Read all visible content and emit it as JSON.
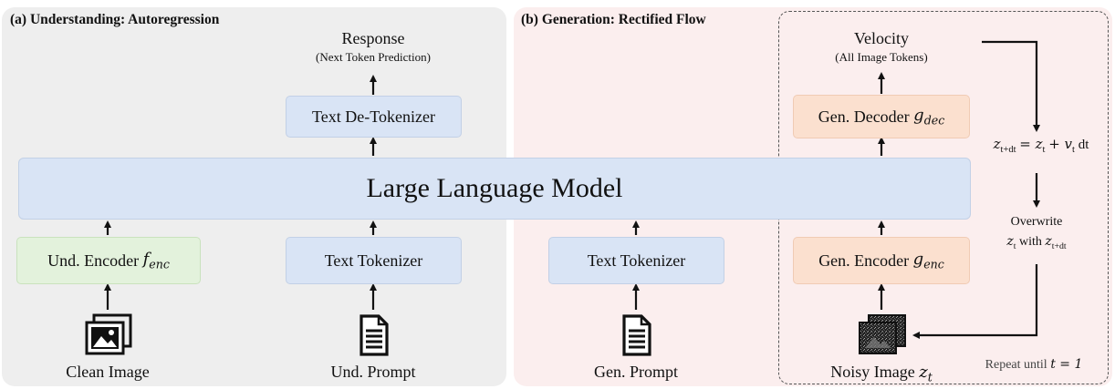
{
  "panels": {
    "understanding": {
      "title": "(a) Understanding: Autoregression"
    },
    "generation": {
      "title": "(b) Generation: Rectified Flow"
    }
  },
  "llm": {
    "label": "Large Language Model"
  },
  "understanding": {
    "output_label": "Response",
    "output_sublabel": "(Next Token Prediction)",
    "detokenizer": "Text De-Tokenizer",
    "encoder": "Und. Encoder",
    "encoder_symbol": "f",
    "encoder_subscript": "enc",
    "tokenizer": "Text Tokenizer",
    "image_label": "Clean Image",
    "prompt_label": "Und. Prompt"
  },
  "generation": {
    "tokenizer": "Text Tokenizer",
    "prompt_label": "Gen. Prompt",
    "output_label": "Velocity",
    "output_sublabel": "(All Image Tokens)",
    "decoder": "Gen. Decoder",
    "decoder_symbol": "g",
    "decoder_subscript": "dec",
    "encoder": "Gen. Encoder",
    "encoder_symbol": "g",
    "encoder_subscript": "enc",
    "noisy_label": "Noisy Image",
    "noisy_symbol": "z",
    "noisy_subscript": "t",
    "update_equation": {
      "lhs": "z",
      "lhs_sub": "t+dt",
      "rhs": "= z",
      "rhs_sub": "t",
      "rhs_tail": "+ v",
      "v_sub": "t",
      "dt": "dt"
    },
    "overwrite_line1": "Overwrite",
    "overwrite_z": "z",
    "overwrite_z_sub": "t",
    "overwrite_with": "with",
    "overwrite_target": "z",
    "overwrite_target_sub": "t+dt",
    "repeat_text": "Repeat until",
    "repeat_condition": "t = 1"
  }
}
